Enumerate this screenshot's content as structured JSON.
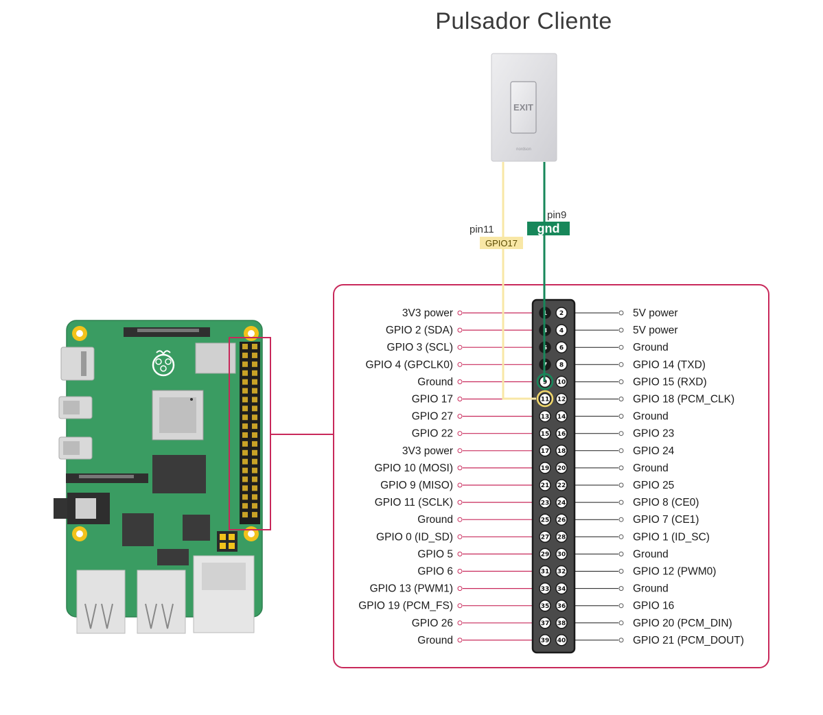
{
  "title": "Pulsador Cliente",
  "button": {
    "text": "EXIT",
    "brand": "nordson"
  },
  "wires": {
    "yellow": {
      "pin_label": "pin11",
      "tag": "GPIO17",
      "color": "#f8e7a6"
    },
    "green": {
      "pin_label": "pin9",
      "tag": "gnd",
      "color": "#17875a"
    }
  },
  "colors": {
    "frame": "#c8285a",
    "header": "#2a2a2a",
    "board": "#3a9c62"
  },
  "pins_left": [
    {
      "pin": "1",
      "label": "3V3 power"
    },
    {
      "pin": "3",
      "label": "GPIO 2 (SDA)"
    },
    {
      "pin": "5",
      "label": "GPIO 3 (SCL)"
    },
    {
      "pin": "7",
      "label": "GPIO 4 (GPCLK0)"
    },
    {
      "pin": "9",
      "label": "Ground"
    },
    {
      "pin": "11",
      "label": "GPIO 17"
    },
    {
      "pin": "13",
      "label": "GPIO 27"
    },
    {
      "pin": "15",
      "label": "GPIO 22"
    },
    {
      "pin": "17",
      "label": "3V3 power"
    },
    {
      "pin": "19",
      "label": "GPIO 10 (MOSI)"
    },
    {
      "pin": "21",
      "label": "GPIO 9 (MISO)"
    },
    {
      "pin": "23",
      "label": "GPIO 11 (SCLK)"
    },
    {
      "pin": "25",
      "label": "Ground"
    },
    {
      "pin": "27",
      "label": "GPIO 0 (ID_SD)"
    },
    {
      "pin": "29",
      "label": "GPIO 5"
    },
    {
      "pin": "31",
      "label": "GPIO 6"
    },
    {
      "pin": "33",
      "label": "GPIO 13 (PWM1)"
    },
    {
      "pin": "35",
      "label": "GPIO 19 (PCM_FS)"
    },
    {
      "pin": "37",
      "label": "GPIO 26"
    },
    {
      "pin": "39",
      "label": "Ground"
    }
  ],
  "pins_right": [
    {
      "pin": "2",
      "label": "5V power"
    },
    {
      "pin": "4",
      "label": "5V power"
    },
    {
      "pin": "6",
      "label": "Ground"
    },
    {
      "pin": "8",
      "label": "GPIO 14 (TXD)"
    },
    {
      "pin": "10",
      "label": "GPIO 15 (RXD)"
    },
    {
      "pin": "12",
      "label": "GPIO 18 (PCM_CLK)"
    },
    {
      "pin": "14",
      "label": "Ground"
    },
    {
      "pin": "16",
      "label": "GPIO 23"
    },
    {
      "pin": "18",
      "label": "GPIO 24"
    },
    {
      "pin": "20",
      "label": "Ground"
    },
    {
      "pin": "22",
      "label": "GPIO 25"
    },
    {
      "pin": "24",
      "label": "GPIO 8 (CE0)"
    },
    {
      "pin": "26",
      "label": "GPIO 7 (CE1)"
    },
    {
      "pin": "28",
      "label": "GPIO 1 (ID_SC)"
    },
    {
      "pin": "30",
      "label": "Ground"
    },
    {
      "pin": "32",
      "label": "GPIO 12 (PWM0)"
    },
    {
      "pin": "34",
      "label": "Ground"
    },
    {
      "pin": "36",
      "label": "GPIO 16"
    },
    {
      "pin": "38",
      "label": "GPIO 20 (PCM_DIN)"
    },
    {
      "pin": "40",
      "label": "GPIO 21 (PCM_DOUT)"
    }
  ]
}
